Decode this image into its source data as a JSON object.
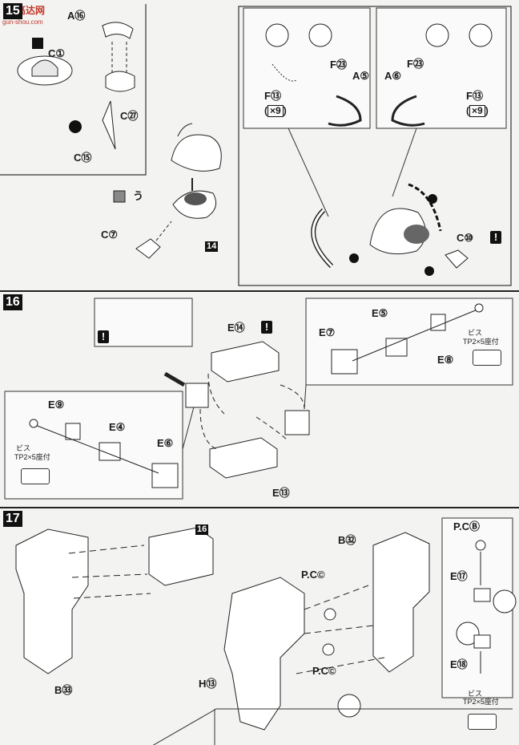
{
  "site": {
    "logo": "高达网",
    "url": "gun-shou.com"
  },
  "step15": {
    "number": "15",
    "left_parts": {
      "a16": "A⑯",
      "c1": "C①",
      "c27": "C㉗",
      "c15": "C⑮",
      "c7": "C⑦",
      "ref_u": "う",
      "sub_step": "14"
    },
    "right_parts": {
      "f23_left": "F㉓",
      "a5": "A⑤",
      "f13_left": "F⑬",
      "x9_left": "×9",
      "f23_right": "F㉓",
      "a6": "A⑥",
      "f13_right": "F⑬",
      "x9_right": "×9",
      "c10": "C⑩",
      "caution": "!"
    }
  },
  "step16": {
    "number": "16",
    "parts": {
      "e14": "E⑭",
      "e13": "E⑬",
      "e7": "E⑦",
      "e5": "E⑤",
      "e8": "E⑧",
      "e9": "E⑨",
      "e4": "E④",
      "e6": "E⑥",
      "caution": "!"
    },
    "screw_label": "ビス",
    "screw_size": "TP2×5座付"
  },
  "step17": {
    "number": "17",
    "parts": {
      "b33": "B㉝",
      "h13": "H⑬",
      "b32": "B㉜",
      "pc_c_1": "P.C©",
      "pc_c_2": "P.C©",
      "pc_b": "P.CⒷ",
      "e17": "E⑰",
      "e18": "E⑱",
      "ref_step": "16"
    },
    "screw_label": "ビス",
    "screw_size": "TP2×5座付"
  }
}
